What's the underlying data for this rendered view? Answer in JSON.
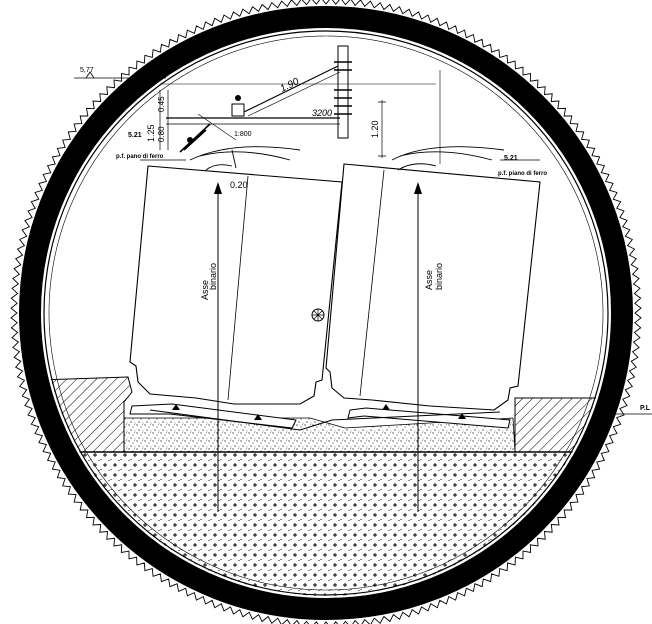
{
  "labels": {
    "top_left_level": "5,77",
    "dim_190": "1.90",
    "dim_3200": "3200",
    "dim_120": "1.20",
    "dim_125": "1.25",
    "dim_080": "0.80",
    "dim_045": "0.45",
    "level_521": "5.21",
    "piano_left": "p.f. pano di ferro",
    "catenary_ref": "1:800",
    "cant": "0.20",
    "level_right": "5.21",
    "piano_right": "p.f. piano di ferro",
    "track_axis_word1": "Asse",
    "track_axis_word2": "binario",
    "right_edge_level": "P.L"
  },
  "colors": {
    "lining": "#000000",
    "background": "#ffffff",
    "line": "#000000"
  }
}
